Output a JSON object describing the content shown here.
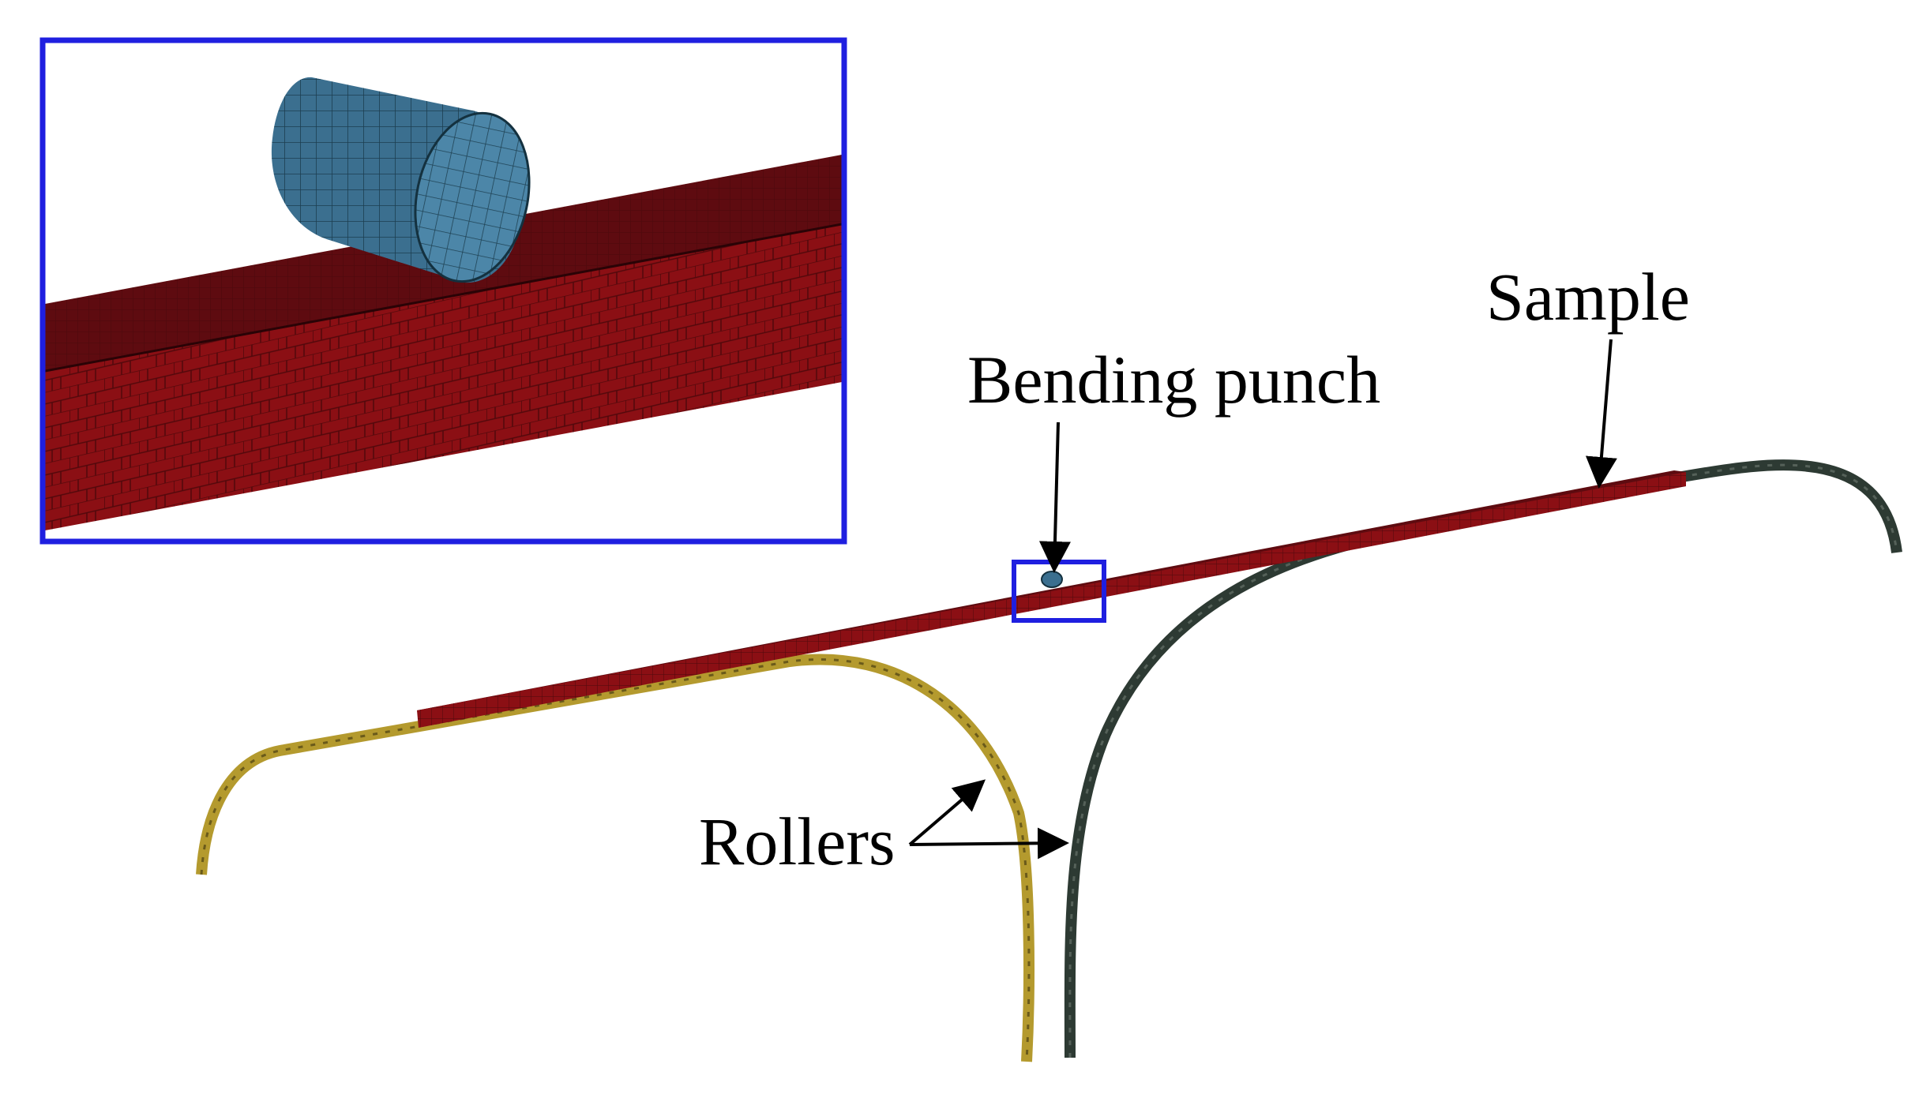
{
  "labels": {
    "sample": "Sample",
    "bending_punch": "Bending punch",
    "rollers": "Rollers"
  },
  "colors": {
    "sample": "#8b0f14",
    "sample_top": "#5e0b10",
    "punch": "#3b6f8f",
    "roller_left": "#b49a2e",
    "roller_right": "#2d3a33",
    "callout_box": "#1f1fe0",
    "arrow": "#000000"
  }
}
